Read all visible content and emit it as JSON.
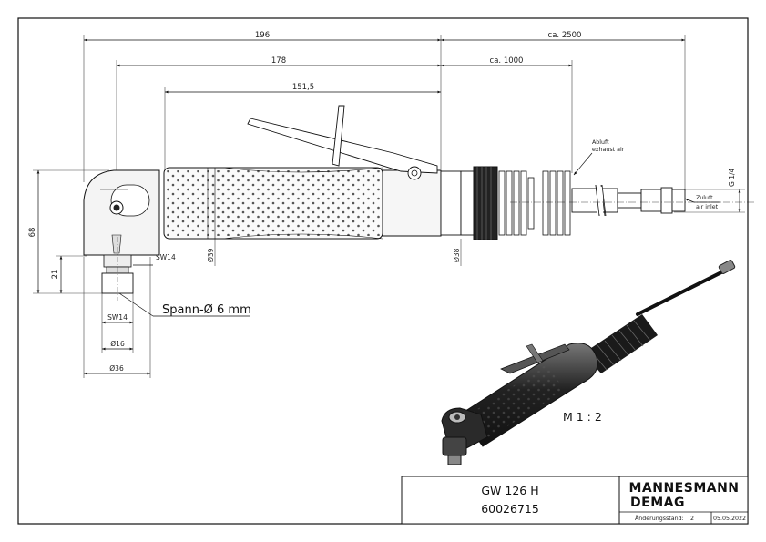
{
  "dimensions": {
    "d196": "196",
    "d2500": "ca. 2500",
    "d178": "178",
    "d1000": "ca. 1000",
    "d151": "151,5",
    "d68": "68",
    "d21": "21",
    "sw14a": "SW14",
    "sw14b": "SW14",
    "dia39": "Ø39",
    "dia38": "Ø38",
    "dia16": "Ø16",
    "dia36": "Ø36",
    "g14": "G 1/4"
  },
  "labels": {
    "spann": "Spann-Ø 6 mm",
    "abluft_de": "Abluft",
    "abluft_en": "exhaust air",
    "zuluft_de": "Zuluft",
    "zuluft_en": "air inlet",
    "scale": "M 1 : 2"
  },
  "title_block": {
    "model": "GW 126 H",
    "part_number": "60026715",
    "brand_line1": "MANNESMANN",
    "brand_line2": "DEMAG",
    "revision_label": "Änderungsstand:",
    "revision_value": "2",
    "date": "05.05.2022"
  }
}
